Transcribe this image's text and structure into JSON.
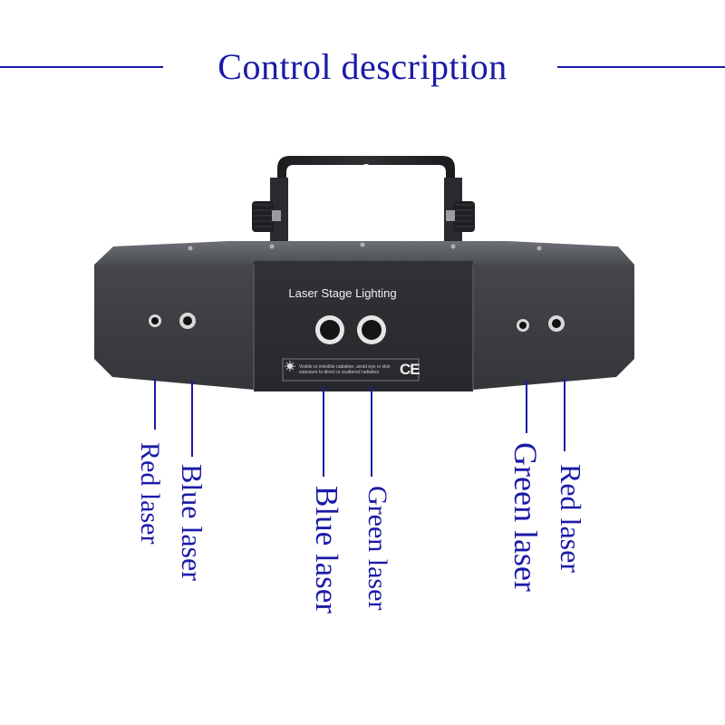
{
  "header": {
    "title": "Control description"
  },
  "device": {
    "caption": "Laser Stage Lighting",
    "warning": "Visible or invisible radiation, avoid eye or skin exposure to direct or scattered radiation",
    "ce_mark": "CE"
  },
  "labels": [
    {
      "text": "Red laser",
      "color": "#1a1aa8"
    },
    {
      "text": "Blue laser",
      "color": "#1a1aa8"
    },
    {
      "text": "Blue laser",
      "color": "#1a1aa8"
    },
    {
      "text": "Green laser",
      "color": "#1a1aa8"
    },
    {
      "text": "Green laser",
      "color": "#1a1aa8"
    },
    {
      "text": "Red laser",
      "color": "#1a1aa8"
    }
  ],
  "colors": {
    "accent": "#1a1aa8",
    "device_body": "#3d3f44",
    "device_front": "#2b2d31"
  }
}
